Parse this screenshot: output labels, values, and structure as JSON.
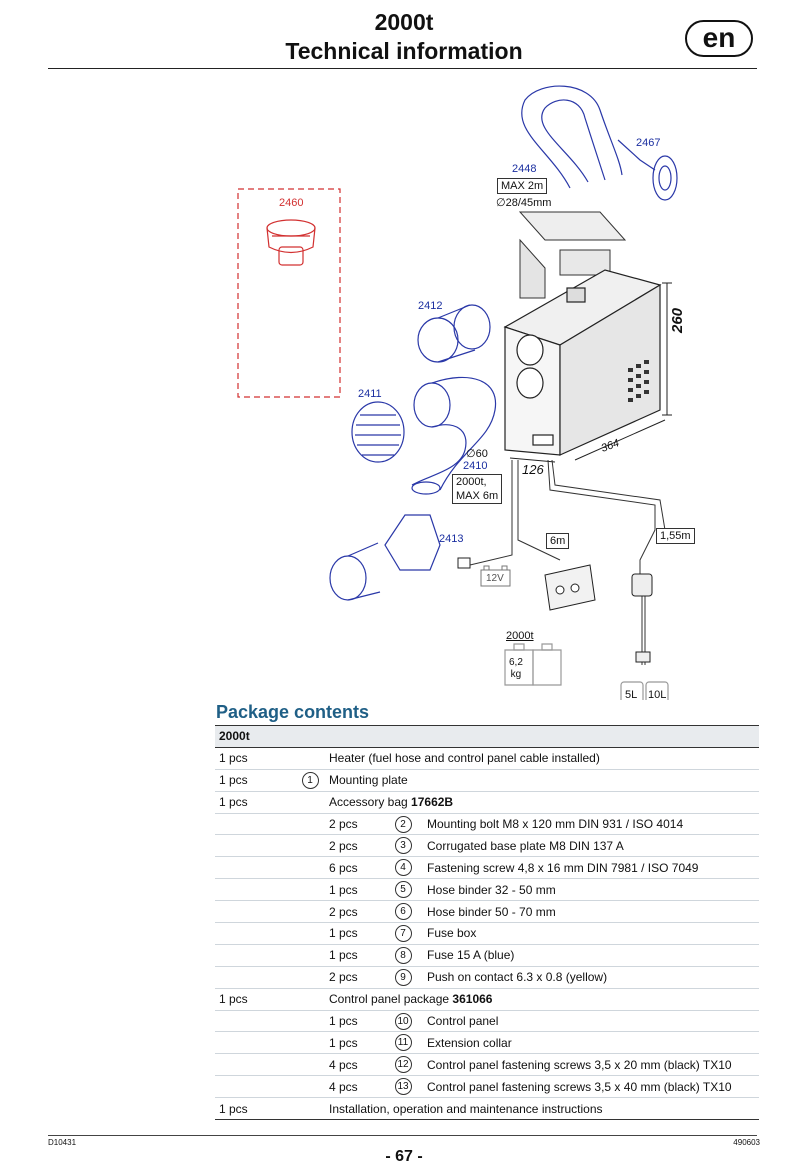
{
  "header": {
    "title_line1": "2000t",
    "title_line2": "Technical information",
    "lang_badge": "en"
  },
  "diagram": {
    "labels": {
      "p2467": "2467",
      "p2448": "2448",
      "max2m": "MAX 2m",
      "dia2845": "∅28/45mm",
      "p2460": "2460",
      "p2412": "2412",
      "p2411": "2411",
      "dia60": "∅60",
      "p2410": "2410",
      "p2410_box": "2000t,\nMAX 6m",
      "p2413": "2413",
      "dim260": "260",
      "dim364": "364",
      "dim126": "126",
      "len6m": "6m",
      "len155": "1,55m",
      "v12": "12V",
      "w2000t": "2000t",
      "w_value": "6,2\nkg",
      "tank5": "5L",
      "tank10": "10L"
    }
  },
  "package": {
    "title": "Package contents",
    "header": "2000t",
    "rows": [
      {
        "qty": "1 pcs",
        "num": "",
        "subqty": "",
        "subnum": "",
        "text": "Heater (fuel hose and control panel cable installed)",
        "bold": ""
      },
      {
        "qty": "1 pcs",
        "num": "1",
        "subqty": "",
        "subnum": "",
        "text": "Mounting plate",
        "bold": ""
      },
      {
        "qty": "1 pcs",
        "num": "",
        "subqty": "",
        "subnum": "",
        "text": "Accessory bag ",
        "bold": "17662B"
      },
      {
        "qty": "",
        "num": "",
        "subqty": "2 pcs",
        "subnum": "2",
        "text": "Mounting bolt M8 x 120 mm DIN 931 / ISO 4014",
        "bold": ""
      },
      {
        "qty": "",
        "num": "",
        "subqty": "2 pcs",
        "subnum": "3",
        "text": "Corrugated base plate M8 DIN 137 A",
        "bold": ""
      },
      {
        "qty": "",
        "num": "",
        "subqty": "6 pcs",
        "subnum": "4",
        "text": "Fastening screw 4,8 x 16 mm DIN 7981 / ISO 7049",
        "bold": ""
      },
      {
        "qty": "",
        "num": "",
        "subqty": "1 pcs",
        "subnum": "5",
        "text": "Hose binder 32 - 50 mm",
        "bold": ""
      },
      {
        "qty": "",
        "num": "",
        "subqty": "2 pcs",
        "subnum": "6",
        "text": "Hose binder 50 - 70 mm",
        "bold": ""
      },
      {
        "qty": "",
        "num": "",
        "subqty": "1 pcs",
        "subnum": "7",
        "text": "Fuse box",
        "bold": ""
      },
      {
        "qty": "",
        "num": "",
        "subqty": "1 pcs",
        "subnum": "8",
        "text": "Fuse 15 A (blue)",
        "bold": ""
      },
      {
        "qty": "",
        "num": "",
        "subqty": "2 pcs",
        "subnum": "9",
        "text": "Push on contact 6.3 x 0.8 (yellow)",
        "bold": ""
      },
      {
        "qty": "1 pcs",
        "num": "",
        "subqty": "",
        "subnum": "",
        "text": "Control panel package ",
        "bold": "361066"
      },
      {
        "qty": "",
        "num": "",
        "subqty": "1 pcs",
        "subnum": "10",
        "text": "Control panel",
        "bold": ""
      },
      {
        "qty": "",
        "num": "",
        "subqty": "1 pcs",
        "subnum": "11",
        "text": "Extension collar",
        "bold": ""
      },
      {
        "qty": "",
        "num": "",
        "subqty": "4 pcs",
        "subnum": "12",
        "text": "Control panel fastening screws 3,5 x 20 mm (black) TX10",
        "bold": ""
      },
      {
        "qty": "",
        "num": "",
        "subqty": "4 pcs",
        "subnum": "13",
        "text": "Control panel fastening screws 3,5 x 40 mm (black) TX10",
        "bold": ""
      },
      {
        "qty": "1 pcs",
        "num": "",
        "subqty": "",
        "subnum": "",
        "text": "Installation, operation and maintenance instructions",
        "bold": ""
      }
    ]
  },
  "footer": {
    "left_code": "D10431",
    "right_code": "490603",
    "page": "- 67 -"
  }
}
